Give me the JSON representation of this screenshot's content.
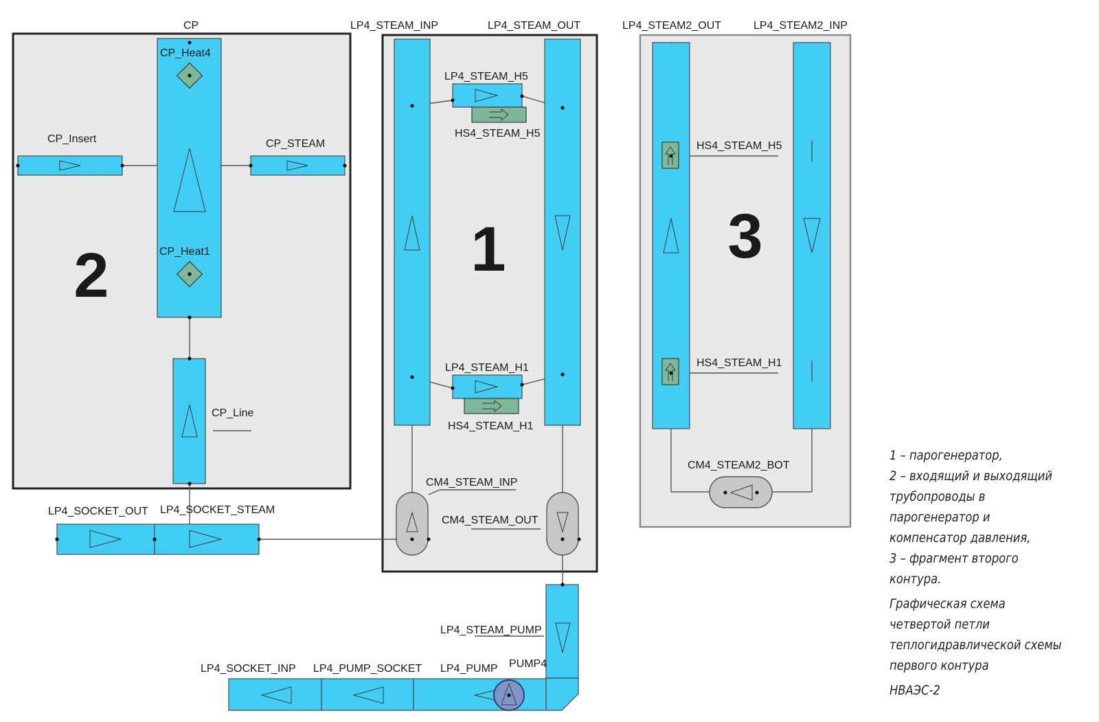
{
  "zones": {
    "z1": "1",
    "z2": "2",
    "z3": "3"
  },
  "labels": {
    "cp": "CP",
    "cp_heat4": "CP_Heat4",
    "cp_insert": "CP_Insert",
    "cp_steam": "CP_STEAM",
    "cp_heat1": "CP_Heat1",
    "cp_line": "CP_Line",
    "lp4_steam_inp": "LP4_STEAM_INP",
    "lp4_steam_out": "LP4_STEAM_OUT",
    "lp4_steam_h5": "LP4_STEAM_H5",
    "hs4_steam_h5": "HS4_STEAM_H5",
    "lp4_steam_h1": "LP4_STEAM_H1",
    "hs4_steam_h1": "HS4_STEAM_H1",
    "cm4_steam_inp": "CM4_STEAM_INP",
    "cm4_steam_out": "CM4_STEAM_OUT",
    "lp4_socket_out": "LP4_SOCKET_OUT",
    "lp4_socket_steam": "LP4_SOCKET_STEAM",
    "lp4_steam2_out": "LP4_STEAM2_OUT",
    "lp4_steam2_inp": "LP4_STEAM2_INP",
    "hs4_steam_h5_2": "HS4_STEAM_H5",
    "hs4_steam_h1_2": "HS4_STEAM_H1",
    "cm4_steam2_bot": "CM4_STEAM2_BOT",
    "lp4_steam_pump": "LP4_STEAM_PUMP",
    "lp4_socket_inp": "LP4_SOCKET_INP",
    "lp4_pump_socket": "LP4_PUMP_SOCKET",
    "lp4_pump": "LP4_PUMP",
    "pump4": "PUMP4"
  },
  "legend": {
    "l1": "1 – парогенератор,",
    "l2": "2 – входящий и выходящий трубопроводы в парогенератор и компенсатор давления,",
    "l3": "3 – фрагмент второго контура.",
    "caption": "Графическая схема четвертой петли теплогидравлической схемы первого контура",
    "caption2": "НВАЭС-2"
  },
  "colors": {
    "pipe": "#41cdf4",
    "heat_structure": "#7fb79a",
    "panel": "#e9e9e9",
    "component": "#c8c8c8",
    "pump": "#7f96c8"
  }
}
